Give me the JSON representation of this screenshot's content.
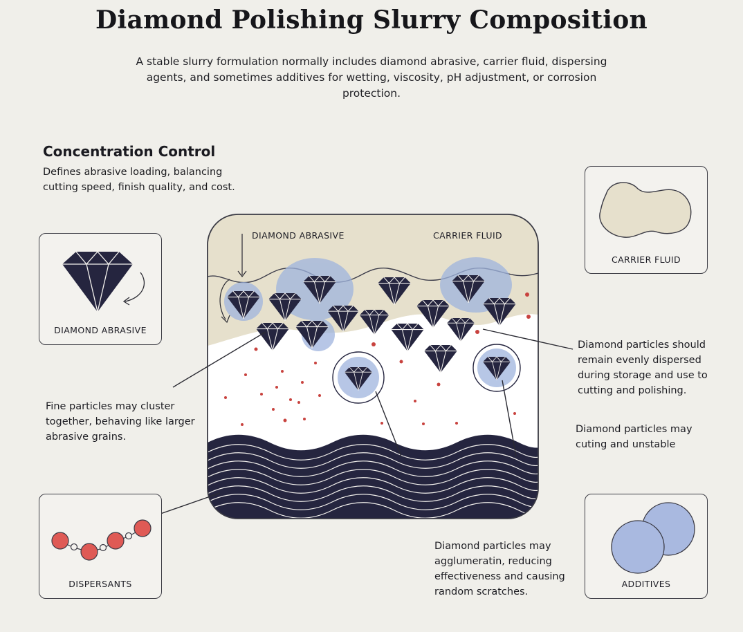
{
  "header": {
    "title": "Diamond Polishing Slurry Composition",
    "intro": "A stable slurry formulation normally includes diamond abrasive, carrier fluid, dispersing agents, and sometimes additives for wetting, viscosity, pH adjustment, or corrosion protection."
  },
  "concentration": {
    "heading": "Concentration Control",
    "text": "Defines abrasive loading, balancing cutting speed, finish quality, and cost."
  },
  "diagram": {
    "label_abrasive": "DIAMOND ABRASIVE",
    "label_fluid": "CARRIER FLUID"
  },
  "cards": {
    "abrasive": "DIAMOND ABRASIVE",
    "fluid": "CARRIER FLUID",
    "dispersants": "DISPERSANTS",
    "additives": "ADDITIVES"
  },
  "notes": {
    "cluster": "Fine particles may cluster together, behaving like larger abrasive grains.",
    "dispersed": "Diamond particles should remain evenly dispersed during storage and use to cutting and polishing.",
    "unstable": "Diamond particles may cuting and unstable",
    "agglomeration": "Diamond particles may agglumeratin, reducing effectiveness and causing random scratches."
  },
  "colors": {
    "navy": "#25253f",
    "fluid": "#e6e0cc",
    "halo": "#9fb4de",
    "red": "#c8423e",
    "background": "#f0efea"
  }
}
